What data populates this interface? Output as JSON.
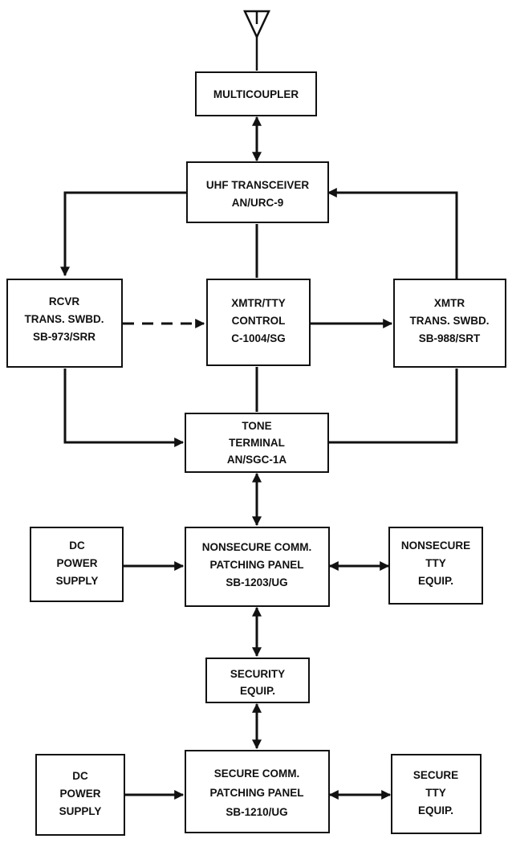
{
  "blocks": {
    "multicoupler": {
      "lines": [
        "MULTICOUPLER"
      ]
    },
    "uhf_transceiver": {
      "lines": [
        "UHF TRANSCEIVER",
        "AN/URC-9"
      ]
    },
    "rcvr_trans_swbd": {
      "lines": [
        "RCVR",
        "TRANS. SWBD.",
        "SB-973/SRR"
      ]
    },
    "xmtr_tty_control": {
      "lines": [
        "XMTR/TTY",
        "CONTROL",
        "C-1004/SG"
      ]
    },
    "xmtr_trans_swbd": {
      "lines": [
        "XMTR",
        "TRANS. SWBD.",
        "SB-988/SRT"
      ]
    },
    "tone_terminal": {
      "lines": [
        "TONE",
        "TERMINAL",
        "AN/SGC-1A"
      ]
    },
    "dc_power_supply_1": {
      "lines": [
        "DC",
        "POWER",
        "SUPPLY"
      ]
    },
    "nonsecure_patching_panel": {
      "lines": [
        "NONSECURE COMM.",
        "PATCHING PANEL",
        "SB-1203/UG"
      ]
    },
    "nonsecure_tty_equip": {
      "lines": [
        "NONSECURE",
        "TTY",
        "EQUIP."
      ]
    },
    "security_equip": {
      "lines": [
        "SECURITY",
        "EQUIP."
      ]
    },
    "dc_power_supply_2": {
      "lines": [
        "DC",
        "POWER",
        "SUPPLY"
      ]
    },
    "secure_patching_panel": {
      "lines": [
        "SECURE COMM.",
        "PATCHING PANEL",
        "SB-1210/UG"
      ]
    },
    "secure_tty_equip": {
      "lines": [
        "SECURE",
        "TTY",
        "EQUIP."
      ]
    }
  }
}
